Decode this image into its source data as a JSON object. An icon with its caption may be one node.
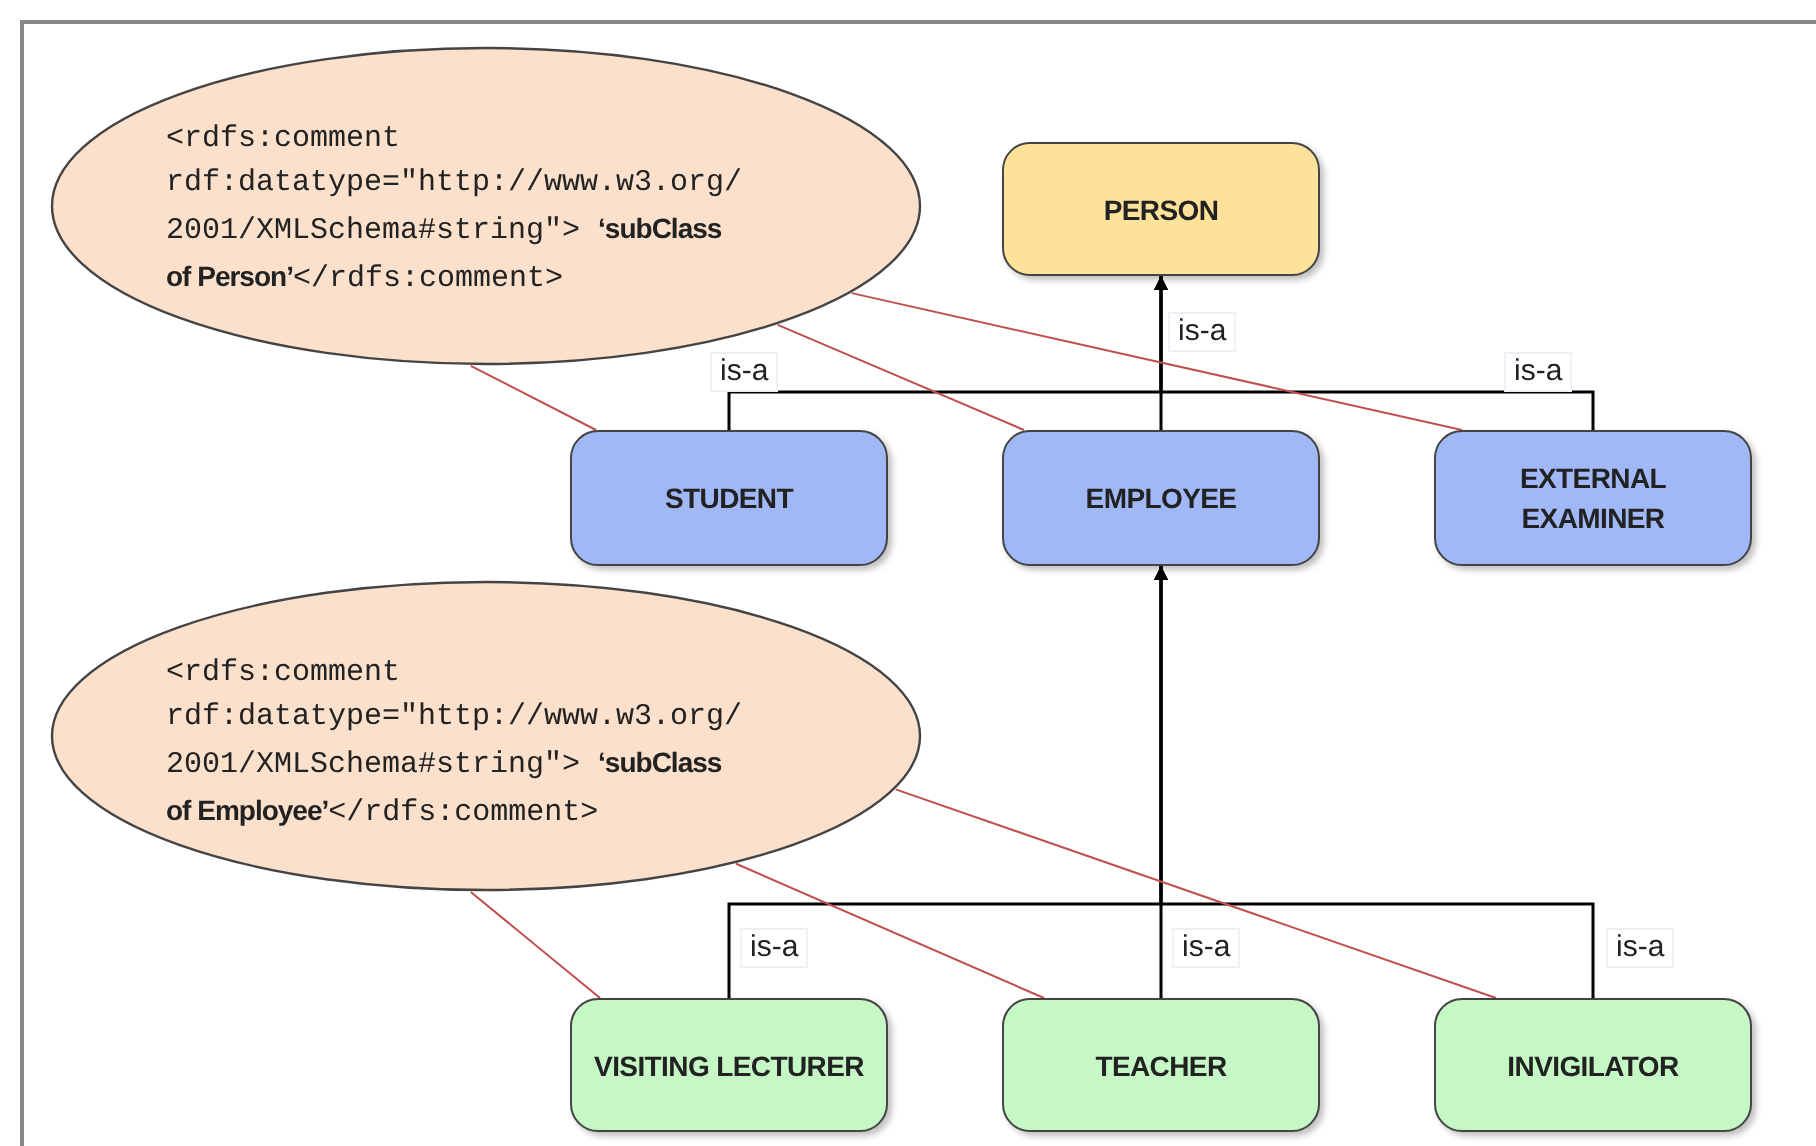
{
  "diagram": {
    "nodes": [
      {
        "text": [
          "<rdfs:comment rdf:datatype=\"http://www.w3.org/2001/XMLSchema#string\"> **‘subClass of Person’**</rdfs:comment>"
        ]
      },
      {
        "text": [
          "PERSON"
        ]
      },
      {
        "text": [
          "STUDENT"
        ]
      },
      {
        "text": [
          "EMPLOYEE"
        ]
      },
      {
        "text": [
          "EXTERNAL EXAMINER"
        ]
      },
      {
        "text": [
          "<rdfs:comment rdf:datatype=\"http://www.w3.org/2001/XMLSchema#string\"> **‘subClass of Employee’**</rdfs:comment>"
        ]
      },
      {
        "text": [
          "VISITING LECTURER"
        ]
      },
      {
        "text": [
          "TEACHER"
        ]
      },
      {
        "text": [
          "INVIGILATOR"
        ]
      }
    ],
    "edges": [
      {
        "from": 2,
        "to": 1,
        "arrow": "to",
        "label": "is-a"
      },
      {
        "from": 3,
        "to": 1,
        "arrow": "to",
        "label": "is-a"
      },
      {
        "from": 4,
        "to": 1,
        "arrow": "to",
        "label": "is-a"
      },
      {
        "from": 6,
        "to": 3,
        "arrow": "to",
        "label": "is-a"
      },
      {
        "from": 7,
        "to": 3,
        "arrow": "to",
        "label": "is-a"
      },
      {
        "from": 8,
        "to": 3,
        "arrow": "to",
        "label": "is-a"
      },
      {
        "from": 0,
        "to": 2,
        "arrow": "none",
        "color": "#c0504d"
      },
      {
        "from": 0,
        "to": 3,
        "arrow": "none",
        "color": "#c0504d"
      },
      {
        "from": 0,
        "to": 4,
        "arrow": "none",
        "color": "#c0504d"
      },
      {
        "from": 5,
        "to": 6,
        "arrow": "none",
        "color": "#c0504d"
      },
      {
        "from": 5,
        "to": 7,
        "arrow": "none",
        "color": "#c0504d"
      },
      {
        "from": 5,
        "to": 8,
        "arrow": "none",
        "color": "#c0504d"
      }
    ]
  }
}
